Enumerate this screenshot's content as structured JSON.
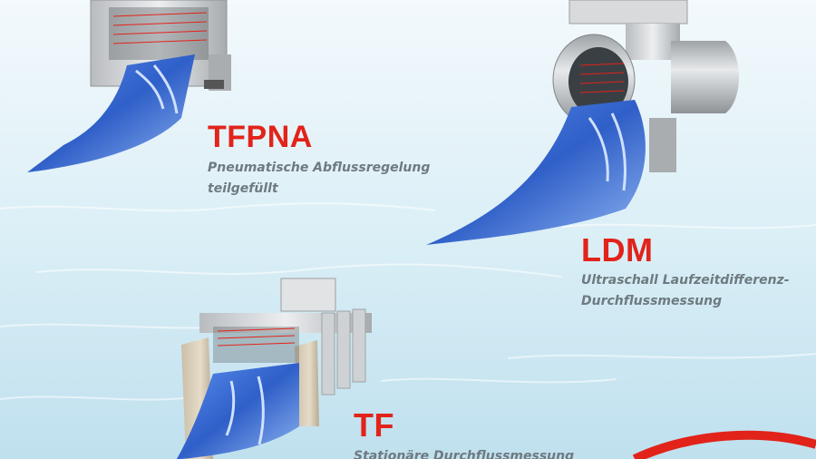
{
  "colors": {
    "accent_red": "#e2231a",
    "description_gray": "#6e7a80",
    "water_blue": "#2f5fc8",
    "sky_top": "#eef7fb",
    "sky_bottom": "#bfe0ee"
  },
  "products": [
    {
      "code": "TFPNA",
      "description_lines": [
        "Pneumatische Abflussregelung",
        "teilgefüllt"
      ]
    },
    {
      "code": "LDM",
      "description_lines": [
        "Ultraschall Laufzeitdifferenz-",
        "Durchflussmessung"
      ]
    },
    {
      "code": "TF",
      "description_lines": [
        "Stationäre Durchflussmessung"
      ]
    }
  ]
}
